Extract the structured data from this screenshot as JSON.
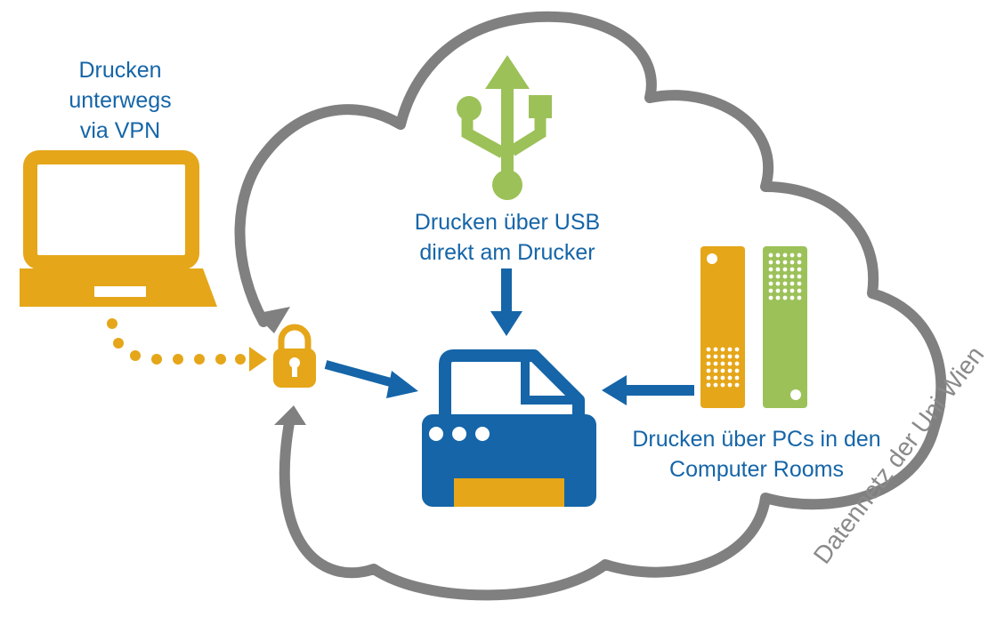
{
  "labels": {
    "vpn": [
      "Drucken",
      "unterwegs",
      "via VPN"
    ],
    "usb": [
      "Drucken über USB",
      "direkt am Drucker"
    ],
    "pcs": [
      "Drucken über PCs in den",
      "Computer Rooms"
    ],
    "network": "Datennetz der Uni Wien"
  },
  "colors": {
    "blue": "#1565a8",
    "orange": "#e5a619",
    "green": "#9cc158",
    "gray": "#808080"
  },
  "icons": [
    "laptop-icon",
    "padlock-icon",
    "usb-icon",
    "printer-icon",
    "pc-tower-orange-icon",
    "pc-tower-green-icon",
    "cloud-outline"
  ]
}
